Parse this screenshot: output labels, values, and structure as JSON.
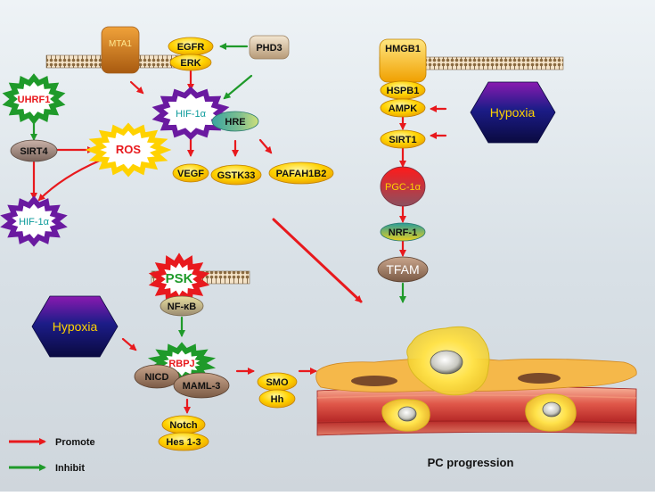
{
  "nodes": {
    "mta1": "MTA1",
    "egfr": "EGFR",
    "erk": "ERK",
    "phd3": "PHD3",
    "hif1a_top": "HIF-1α",
    "hre": "HRE",
    "vegf": "VEGF",
    "gstk33": "GSTK33",
    "pafah1b2": "PAFAH1B2",
    "uhrf1": "UHRF1",
    "sirt4": "SIRT4",
    "ros": "ROS",
    "hif1a_left": "HIF-1α",
    "hmgb1": "HMGB1",
    "hspb1": "HSPB1",
    "ampk": "AMPK",
    "sirt1": "SIRT1",
    "pgc1a": "PGC-1α",
    "nrf1": "NRF-1",
    "tfam": "TFAM",
    "hypoxia_right": "Hypoxia",
    "hypoxia_left": "Hypoxia",
    "psk": "PSK",
    "nfkb": "NF-κB",
    "rbpj": "RBPJ",
    "nicd": "NICD",
    "maml3": "MAML-3",
    "notch": "Notch",
    "hes": "Hes 1-3",
    "smo": "SMO",
    "hh": "Hh"
  },
  "legend": {
    "promote": "Promote",
    "inhibit": "Inhibit"
  },
  "caption": "PC progression",
  "colors": {
    "promote": "#e8191d",
    "inhibit": "#1f9a2a",
    "yellow_node": "#ffcc00",
    "hypoxia_dark": "#1a1a7a",
    "hypoxia_light": "#7a1aa8"
  }
}
